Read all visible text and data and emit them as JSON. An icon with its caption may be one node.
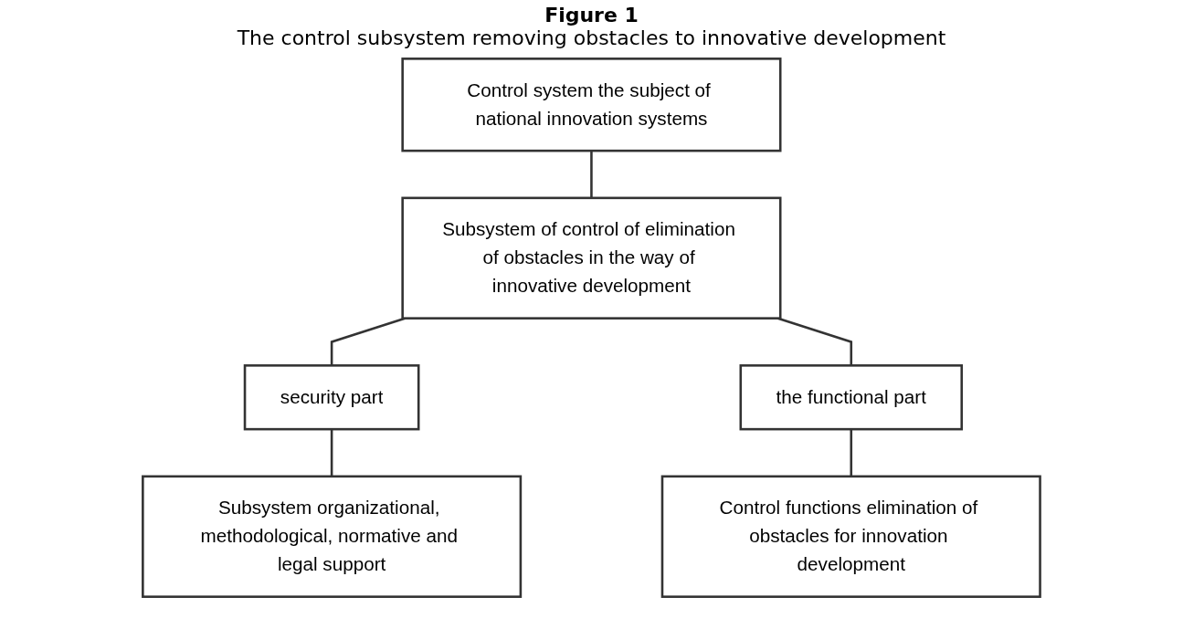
{
  "diagram": {
    "title": "Figure 1",
    "caption": "The control subsystem removing obstacles to innovative development",
    "nodes": [
      {
        "text": [
          "Control system the subject of national innovation systems"
        ]
      },
      {
        "text": [
          "Subsystem of control of elimination of obstacles in the way of innovative development"
        ]
      },
      {
        "text": [
          "security part"
        ]
      },
      {
        "text": [
          "the functional part"
        ]
      },
      {
        "text": [
          "Subsystem organizational, methodological, normative and legal support"
        ]
      },
      {
        "text": [
          "Control functions elimination of obstacles for innovation development"
        ]
      }
    ],
    "edges": [
      {
        "from": 0,
        "to": 1,
        "arrow": "none"
      },
      {
        "from": 1,
        "to": 2,
        "arrow": "none"
      },
      {
        "from": 1,
        "to": 3,
        "arrow": "none"
      },
      {
        "from": 2,
        "to": 4,
        "arrow": "none"
      },
      {
        "from": 3,
        "to": 5,
        "arrow": "none"
      }
    ]
  }
}
